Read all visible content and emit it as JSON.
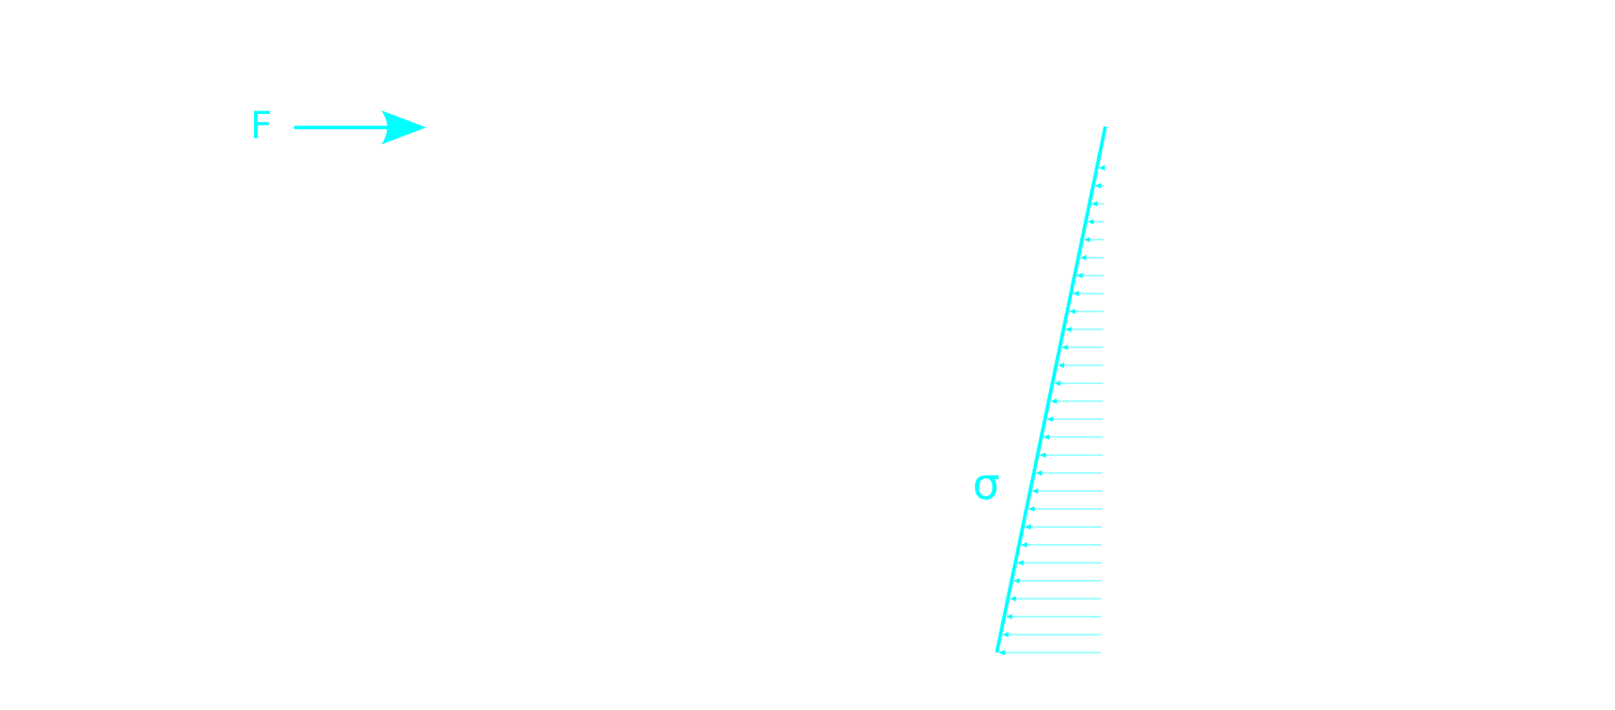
{
  "force_label": "F",
  "stress_label": "σ",
  "color": "#00ffff",
  "stress_arrow_count": 28
}
